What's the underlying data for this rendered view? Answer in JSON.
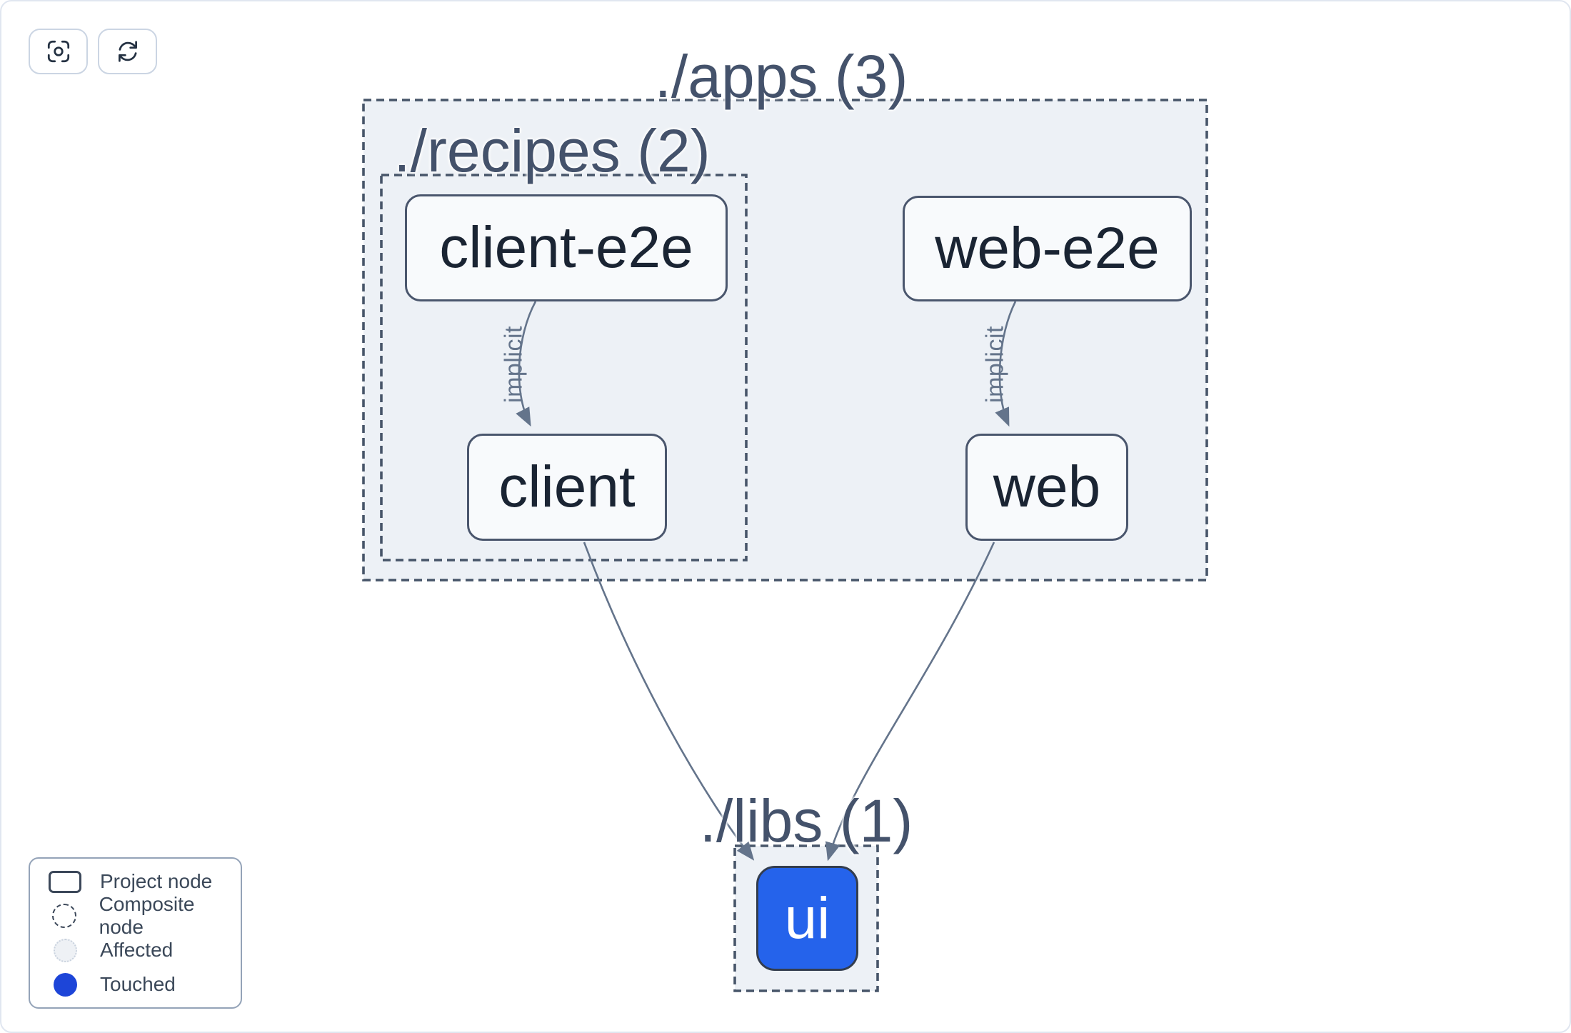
{
  "toolbar": {
    "buttons": [
      {
        "name": "focus",
        "icon": "focus-icon"
      },
      {
        "name": "refresh",
        "icon": "refresh-icon"
      }
    ]
  },
  "graph": {
    "groups": [
      {
        "id": "apps",
        "label": "./apps (3)"
      },
      {
        "id": "recipes",
        "label": "./recipes (2)"
      },
      {
        "id": "libs",
        "label": "./libs (1)"
      }
    ],
    "nodes": [
      {
        "id": "client-e2e",
        "label": "client-e2e",
        "state": "normal"
      },
      {
        "id": "web-e2e",
        "label": "web-e2e",
        "state": "normal"
      },
      {
        "id": "client",
        "label": "client",
        "state": "normal"
      },
      {
        "id": "web",
        "label": "web",
        "state": "normal"
      },
      {
        "id": "ui",
        "label": "ui",
        "state": "touched"
      }
    ],
    "edges": [
      {
        "from": "client-e2e",
        "to": "client",
        "label": "implicit"
      },
      {
        "from": "web-e2e",
        "to": "web",
        "label": "implicit"
      },
      {
        "from": "client",
        "to": "ui",
        "label": ""
      },
      {
        "from": "web",
        "to": "ui",
        "label": ""
      }
    ]
  },
  "legend": {
    "items": [
      {
        "swatch": "project",
        "label": "Project node"
      },
      {
        "swatch": "composite",
        "label": "Composite node"
      },
      {
        "swatch": "affected",
        "label": "Affected"
      },
      {
        "swatch": "touched",
        "label": "Touched"
      }
    ]
  },
  "colors": {
    "canvas_border": "#e0e6f0",
    "group_fill": "#edf1f6",
    "group_border": "#475569",
    "group_label": "#44526b",
    "node_fill": "#f8fafc",
    "node_border": "#4a566d",
    "node_text": "#1a2433",
    "edge": "#64748b",
    "touched_node_fill": "#2563eb",
    "touched_node_text": "#ffffff",
    "legend_border": "#94a3b8",
    "legend_text": "#3b4859",
    "legend_touched": "#1d45d8",
    "legend_affected_fill": "#eef1f5"
  }
}
